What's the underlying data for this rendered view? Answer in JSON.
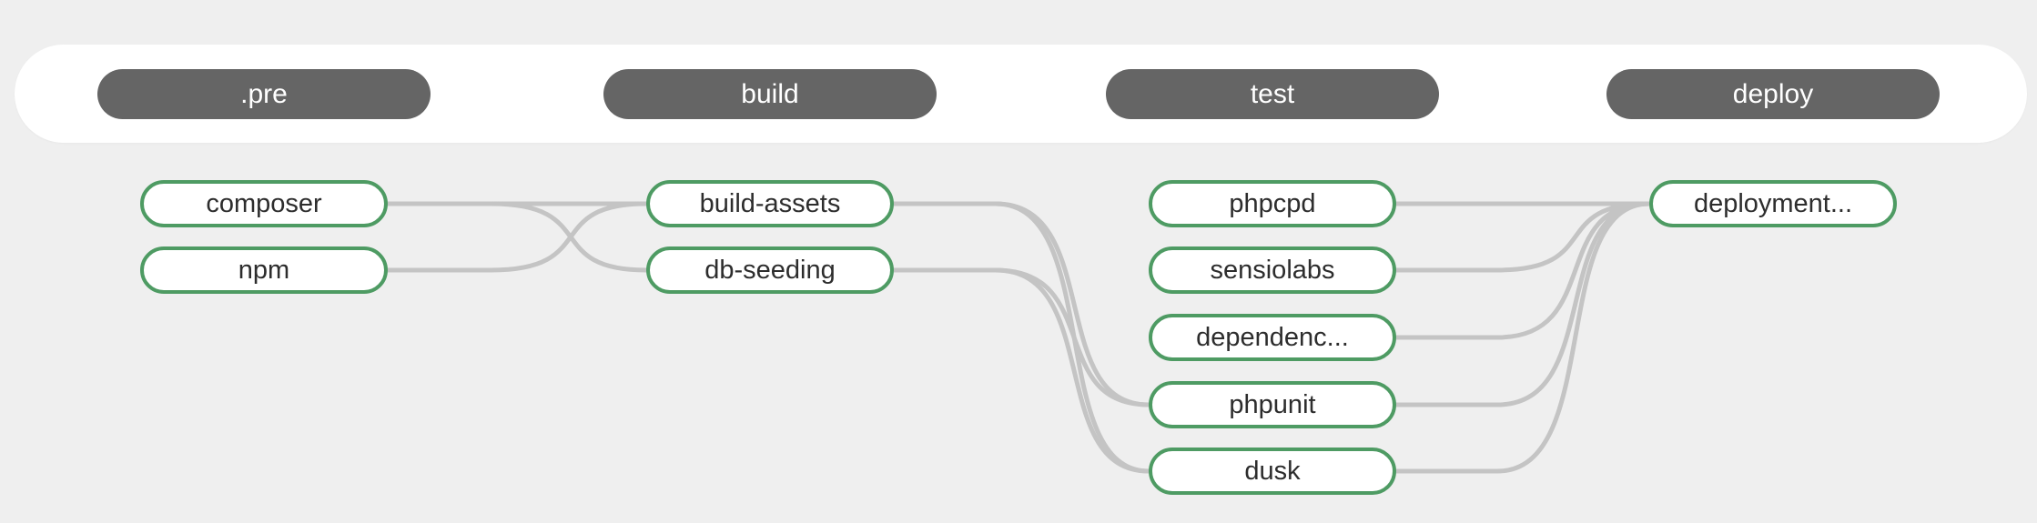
{
  "pipeline": {
    "stages": [
      {
        "id": "pre",
        "label": ".pre"
      },
      {
        "id": "build",
        "label": "build"
      },
      {
        "id": "test",
        "label": "test"
      },
      {
        "id": "deploy",
        "label": "deploy"
      }
    ],
    "jobs": [
      {
        "id": "composer",
        "label": "composer",
        "stage": 0,
        "row": 0
      },
      {
        "id": "npm",
        "label": "npm",
        "stage": 0,
        "row": 1
      },
      {
        "id": "build-assets",
        "label": "build-assets",
        "stage": 1,
        "row": 0
      },
      {
        "id": "db-seeding",
        "label": "db-seeding",
        "stage": 1,
        "row": 1
      },
      {
        "id": "phpcpd",
        "label": "phpcpd",
        "stage": 2,
        "row": 0
      },
      {
        "id": "sensiolabs",
        "label": "sensiolabs",
        "stage": 2,
        "row": 1
      },
      {
        "id": "dependencies",
        "label": "dependenc...",
        "stage": 2,
        "row": 2
      },
      {
        "id": "phpunit",
        "label": "phpunit",
        "stage": 2,
        "row": 3
      },
      {
        "id": "dusk",
        "label": "dusk",
        "stage": 2,
        "row": 4
      },
      {
        "id": "deployment",
        "label": "deployment...",
        "stage": 3,
        "row": 0
      }
    ],
    "edges": [
      {
        "from": "composer",
        "to": "build-assets"
      },
      {
        "from": "composer",
        "to": "db-seeding"
      },
      {
        "from": "npm",
        "to": "build-assets"
      },
      {
        "from": "build-assets",
        "to": "phpunit"
      },
      {
        "from": "build-assets",
        "to": "dusk"
      },
      {
        "from": "db-seeding",
        "to": "phpunit"
      },
      {
        "from": "db-seeding",
        "to": "dusk"
      },
      {
        "from": "phpcpd",
        "to": "deployment"
      },
      {
        "from": "sensiolabs",
        "to": "deployment"
      },
      {
        "from": "dependencies",
        "to": "deployment"
      },
      {
        "from": "phpunit",
        "to": "deployment"
      },
      {
        "from": "dusk",
        "to": "deployment"
      }
    ],
    "colors": {
      "background": "#efefef",
      "header_bar": "#ffffff",
      "stage_pill_bg": "#656565",
      "stage_pill_text": "#ffffff",
      "job_border": "#4e9b63",
      "job_bg": "#ffffff",
      "job_text": "#2d2d2d",
      "edge": "#c4c4c4"
    }
  }
}
